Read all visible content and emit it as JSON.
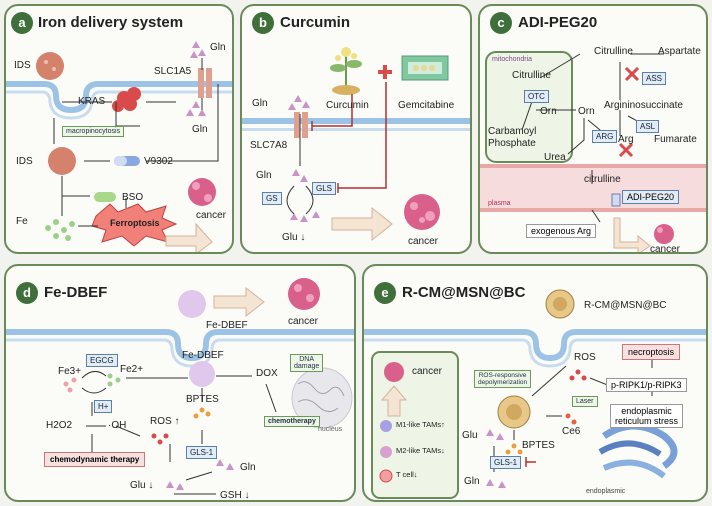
{
  "panel_a": {
    "letter": "a",
    "title": "Iron delivery system",
    "labels": {
      "ids_top": "IDS",
      "gln_top": "Gln",
      "slc1a5": "SLC1A5",
      "kras": "KRAS",
      "gln_mid": "Gln",
      "macropinocytosis": "macropinocytosis",
      "ids_mid": "IDS",
      "v9302": "V9302",
      "bso": "BSO",
      "fe": "Fe",
      "ferroptosis": "Ferroptosis",
      "cancer": "cancer"
    }
  },
  "panel_b": {
    "letter": "b",
    "title": "Curcumin",
    "labels": {
      "curcumin": "Curcumin",
      "gemcitabine": "Gemcitabine",
      "gln_top": "Gln",
      "slc7a8": "SLC7A8",
      "gln_mid": "Gln",
      "gs": "GS",
      "gls": "GLS",
      "glu": "Glu ↓",
      "cancer": "cancer"
    }
  },
  "panel_c": {
    "letter": "c",
    "title": "ADI-PEG20",
    "labels": {
      "mitochondria": "mitochondria",
      "citrulline_top": "Citrulline",
      "aspartate": "Aspartate",
      "citrulline_mito": "Citrulline",
      "ass": "ASS",
      "otc": "OTC",
      "argininosuccinate": "Argininosuccinate",
      "orn_mito": "Orn",
      "orn_out": "Orn",
      "asl": "ASL",
      "carbamoyl": "Carbamoyl",
      "phosphate": "Phosphate",
      "arg_enz": "ARG",
      "arg": "Arg",
      "fumarate": "Fumarate",
      "urea": "Urea",
      "citrulline_bot": "citrulline",
      "plasma": "plasma",
      "adi_peg20": "ADI-PEG20",
      "exogenous_arg": "exogenous Arg",
      "cancer": "cancer"
    }
  },
  "panel_d": {
    "letter": "d",
    "title": "Fe-DBEF",
    "labels": {
      "fedbef_top": "Fe-DBEF",
      "cancer": "cancer",
      "fedbef_mid": "Fe-DBEF",
      "fe3": "Fe3+",
      "egcg": "EGCG",
      "fe2": "Fe2+",
      "dox": "DOX",
      "dna_damage_1": "DNA",
      "dna_damage_2": "damage",
      "hplus": "H+",
      "bptes": "BPTES",
      "h2o2": "H2O2",
      "oh": "·OH",
      "ros": "ROS ↑",
      "chemotherapy": "chemotherapy",
      "nucleus": "nucleus",
      "gls1": "GLS-1",
      "chemodynamic": "chemodynamic therapy",
      "gln": "Gln",
      "glu": "Glu ↓",
      "gsh": "GSH ↓"
    }
  },
  "panel_e": {
    "letter": "e",
    "title": "R-CM@MSN@BC",
    "labels": {
      "np_name": "R-CM@MSN@BC",
      "cancer": "cancer",
      "m1": "M1-like TAMs↑",
      "m2": "M2-like TAMs↓",
      "tcell": "T cell↓",
      "ros": "ROS",
      "necroptosis": "necroptosis",
      "depoly_1": "ROS-responsive",
      "depoly_2": "depolymerization",
      "laser": "Laser",
      "pripk": "p-RIPK1/p-RIPK3",
      "glu": "Glu",
      "ce6": "Ce6",
      "bptes": "BPTES",
      "er_1": "endoplasmic",
      "er_2": "reticulum stress",
      "gls1": "GLS-1",
      "gln": "Gln",
      "endoplasmic": "endoplasmic"
    }
  },
  "colors": {
    "panel_border": "#6a8a5a",
    "badge": "#3f6f3a",
    "membrane": "#9cc3e6",
    "cancer": "#d8608a",
    "ids": "#d4826c",
    "ferroptosis": "#f08078",
    "arrow": "#c03048"
  }
}
